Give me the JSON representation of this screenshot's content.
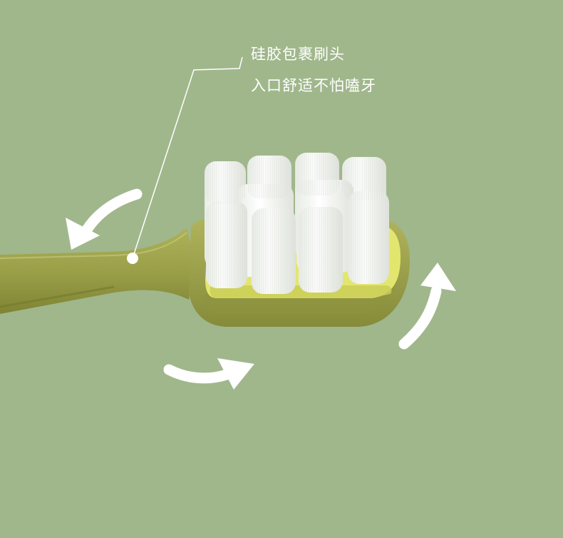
{
  "scene": {
    "background_color": "#a0b78c",
    "subject": "toothbrush-head",
    "handle_color": "#9aa04b",
    "silicone_color": "#e4e870",
    "bristle_color": "#ffffff",
    "arrow_color": "#ffffff"
  },
  "callout": {
    "line1": "硅胶包裹刷头",
    "line2": "入口舒适不怕嗑牙"
  }
}
